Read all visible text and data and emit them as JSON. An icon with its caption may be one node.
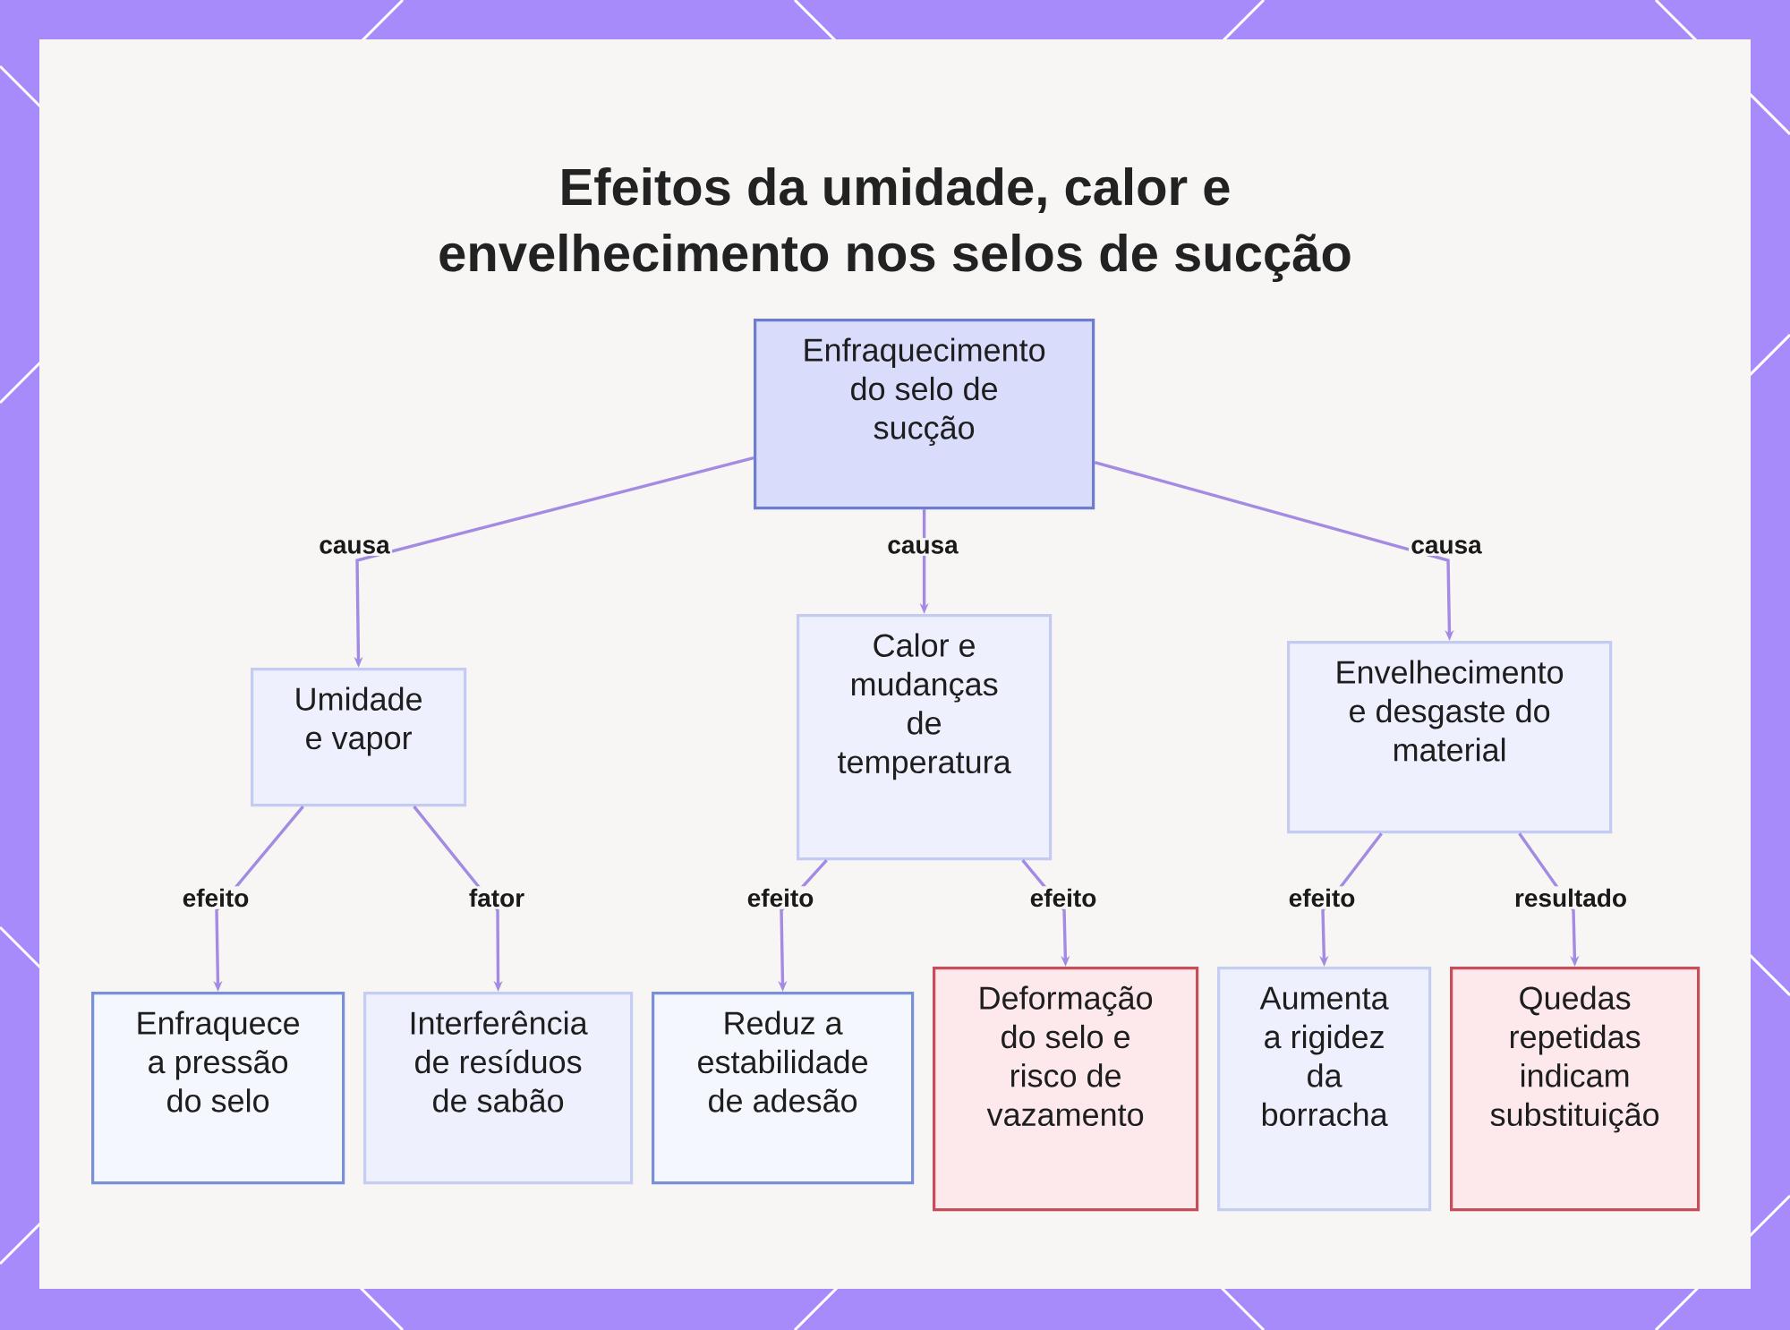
{
  "diagram": {
    "title": "Efeitos da umidade, calor e envelhecimento nos selos de sucção",
    "nodes": [
      {
        "text": [
          "Enfraquecimento do selo de sucção"
        ]
      },
      {
        "text": [
          "Umidade e vapor"
        ]
      },
      {
        "text": [
          "Calor e mudanças de temperatura"
        ]
      },
      {
        "text": [
          "Envelhecimento e desgaste do material"
        ]
      },
      {
        "text": [
          "Enfraquece a pressão do selo"
        ]
      },
      {
        "text": [
          "Interferência de resíduos de sabão"
        ]
      },
      {
        "text": [
          "Reduz a estabilidade de adesão"
        ]
      },
      {
        "text": [
          "Deformação do selo e risco de vazamento"
        ]
      },
      {
        "text": [
          "Aumenta a rigidez da borracha"
        ]
      },
      {
        "text": [
          "Quedas repetidas indicam substituição"
        ]
      }
    ],
    "edges": [
      {
        "from": 0,
        "to": 1,
        "arrow": "to",
        "label": "causa"
      },
      {
        "from": 0,
        "to": 2,
        "arrow": "to",
        "label": "causa"
      },
      {
        "from": 0,
        "to": 3,
        "arrow": "to",
        "label": "causa"
      },
      {
        "from": 1,
        "to": 4,
        "arrow": "to",
        "label": "efeito"
      },
      {
        "from": 1,
        "to": 5,
        "arrow": "to",
        "label": "fator"
      },
      {
        "from": 2,
        "to": 6,
        "arrow": "to",
        "label": "efeito"
      },
      {
        "from": 2,
        "to": 7,
        "arrow": "to",
        "label": "efeito"
      },
      {
        "from": 3,
        "to": 8,
        "arrow": "to",
        "label": "efeito"
      },
      {
        "from": 3,
        "to": 9,
        "arrow": "to",
        "label": "resultado"
      }
    ]
  }
}
